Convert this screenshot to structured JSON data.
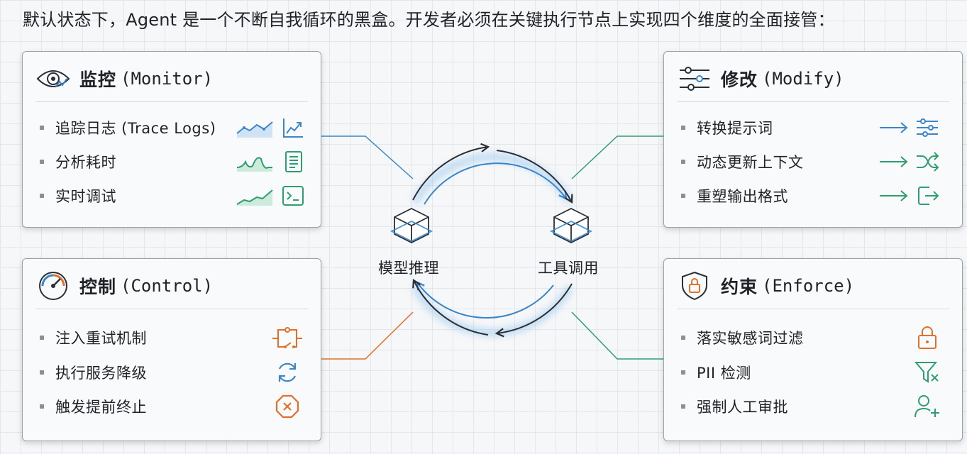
{
  "headline": "默认状态下，Agent 是一个不断自我循环的黑盒。开发者必须在关键执行节点上实现四个维度的全面接管：",
  "colors": {
    "blue": "#3a86c8",
    "green": "#2e9e6e",
    "orange": "#e0702a",
    "dark": "#2a2f36"
  },
  "panels": {
    "monitor": {
      "title": "监控",
      "subtitle": "(Monitor)",
      "icon": "eye-chart-icon",
      "items": [
        {
          "label": "追踪日志 (Trace Logs)",
          "icons": [
            "area-line-chart-icon",
            "trend-up-icon"
          ]
        },
        {
          "label": "分析耗时",
          "icons": [
            "wave-area-chart-icon",
            "document-list-icon"
          ]
        },
        {
          "label": "实时调试",
          "icons": [
            "rising-area-chart-icon",
            "terminal-icon"
          ]
        }
      ]
    },
    "modify": {
      "title": "修改",
      "subtitle": "(Modify)",
      "icon": "sliders-icon",
      "items": [
        {
          "label": "转换提示词",
          "icons": [
            "arrow-right-icon",
            "sliders-icon"
          ]
        },
        {
          "label": "动态更新上下文",
          "icons": [
            "arrow-right-icon",
            "shuffle-icon"
          ]
        },
        {
          "label": "重塑输出格式",
          "icons": [
            "arrow-right-icon",
            "export-icon"
          ]
        }
      ]
    },
    "control": {
      "title": "控制",
      "subtitle": "(Control)",
      "icon": "gauge-icon",
      "items": [
        {
          "label": "注入重试机制",
          "icons": [
            "circuit-switch-icon"
          ]
        },
        {
          "label": "执行服务降级",
          "icons": [
            "refresh-icon"
          ]
        },
        {
          "label": "触发提前终止",
          "icons": [
            "stop-octagon-icon"
          ]
        }
      ]
    },
    "enforce": {
      "title": "约束",
      "subtitle": "(Enforce)",
      "icon": "shield-lock-icon",
      "items": [
        {
          "label": "落实敏感词过滤",
          "icons": [
            "lock-icon"
          ]
        },
        {
          "label": "PII 检测",
          "icons": [
            "filter-x-icon"
          ]
        },
        {
          "label": "强制人工审批",
          "icons": [
            "user-add-icon"
          ]
        }
      ]
    }
  },
  "cycle": {
    "left_node": {
      "label": "模型推理",
      "icon": "cube-icon"
    },
    "right_node": {
      "label": "工具调用",
      "icon": "cube-icon"
    }
  }
}
